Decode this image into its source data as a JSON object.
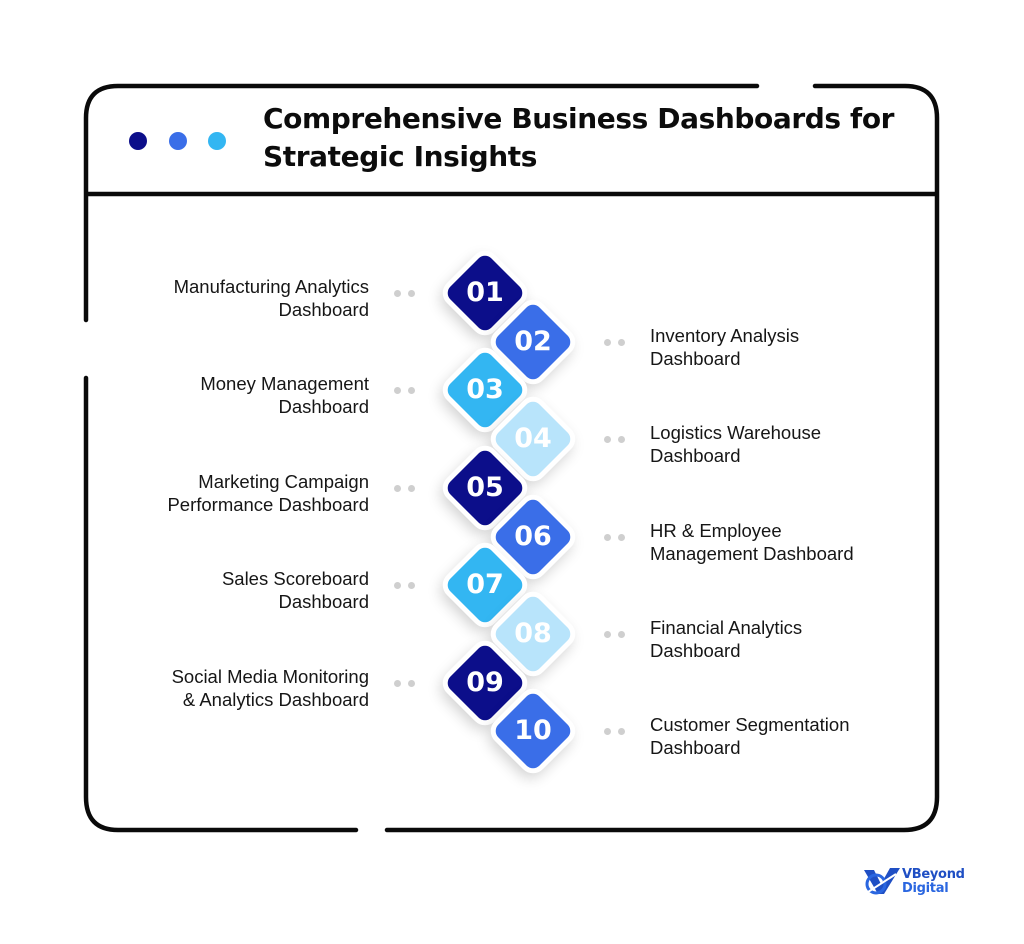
{
  "title": "Comprehensive Business Dashboards for Strategic Insights",
  "colors": {
    "frame": "#0a0a0a",
    "navy": "#0c0e8a",
    "blue": "#3a6ee8",
    "sky": "#33b6f2",
    "pale": "#b8e4fb",
    "connector_dot": "#cfcfcf"
  },
  "header_dots": [
    "navy",
    "blue",
    "sky"
  ],
  "items": [
    {
      "number": "01",
      "label": "Manufacturing Analytics\nDashboard",
      "side": "left",
      "color": "navy"
    },
    {
      "number": "02",
      "label": "Inventory Analysis\nDashboard",
      "side": "right",
      "color": "blue"
    },
    {
      "number": "03",
      "label": "Money Management\nDashboard ",
      "side": "left",
      "color": "sky"
    },
    {
      "number": "04",
      "label": "Logistics Warehouse\nDashboard",
      "side": "right",
      "color": "pale"
    },
    {
      "number": "05",
      "label": "Marketing Campaign\nPerformance Dashboard",
      "side": "left",
      "color": "navy"
    },
    {
      "number": "06",
      "label": "HR & Employee\nManagement Dashboard",
      "side": "right",
      "color": "blue"
    },
    {
      "number": "07",
      "label": "Sales Scoreboard\nDashboard",
      "side": "left",
      "color": "sky"
    },
    {
      "number": "08",
      "label": "Financial Analytics\nDashboard",
      "side": "right",
      "color": "pale"
    },
    {
      "number": "09",
      "label": "Social Media Monitoring\n& Analytics Dashboard",
      "side": "left",
      "color": "navy"
    },
    {
      "number": "10",
      "label": "Customer Segmentation\nDashboard",
      "side": "right",
      "color": "blue"
    }
  ],
  "logo": {
    "line1": "VBeyond",
    "line2": "Digital"
  }
}
